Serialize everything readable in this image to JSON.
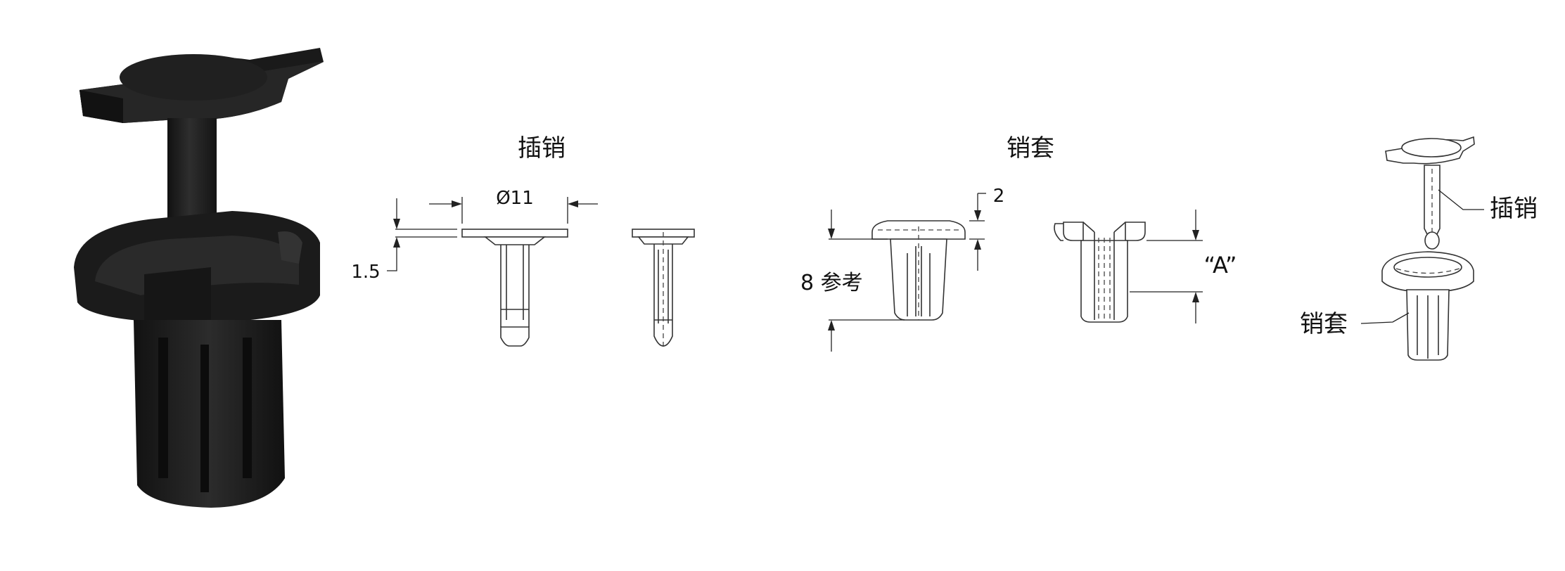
{
  "labels": {
    "pin_title": "插销",
    "sleeve_title": "销套",
    "diameter": "Ø11",
    "head_thickness": "1.5",
    "flange_thickness": "2",
    "ref_height": "8 参考",
    "dim_a": "“A”",
    "callout_pin": "插销",
    "callout_sleeve": "销套"
  },
  "colors": {
    "part_dark": "#1c1c1c",
    "part_mid": "#2a2a2a",
    "line": "#333333",
    "background": "#ffffff"
  }
}
